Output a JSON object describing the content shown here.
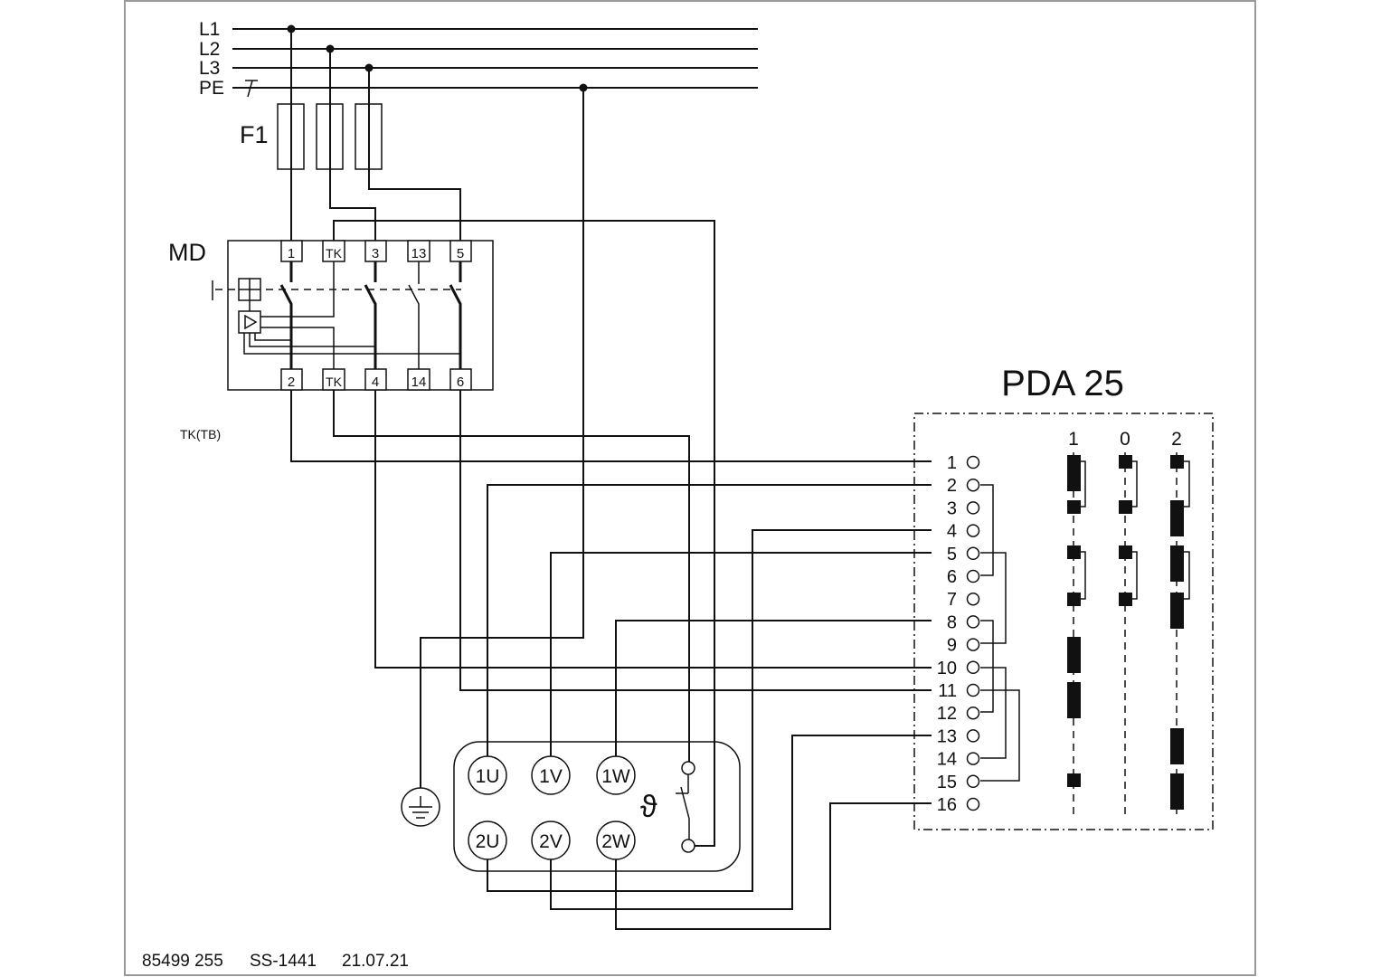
{
  "supply": {
    "lines": [
      "L1",
      "L2",
      "L3",
      "PE"
    ]
  },
  "fuse": {
    "label": "F1"
  },
  "motor_protector": {
    "label": "MD",
    "top_terminals": [
      "1",
      "TK",
      "3",
      "13",
      "5"
    ],
    "bottom_terminals": [
      "2",
      "TK",
      "4",
      "14",
      "6"
    ]
  },
  "thermal_contact_note": "TK(TB)",
  "switch": {
    "title": "PDA 25",
    "terminals": [
      "1",
      "2",
      "3",
      "4",
      "5",
      "6",
      "7",
      "8",
      "9",
      "10",
      "11",
      "12",
      "13",
      "14",
      "15",
      "16"
    ],
    "positions": [
      "1",
      "0",
      "2"
    ]
  },
  "motor": {
    "terminals_top": [
      "1U",
      "1V",
      "1W"
    ],
    "terminals_bottom": [
      "2U",
      "2V",
      "2W"
    ],
    "thermal_symbol": "ϑ"
  },
  "footer": {
    "doc_number": "85499 255",
    "drawing_id": "SS-1441",
    "date": "21.07.21"
  }
}
